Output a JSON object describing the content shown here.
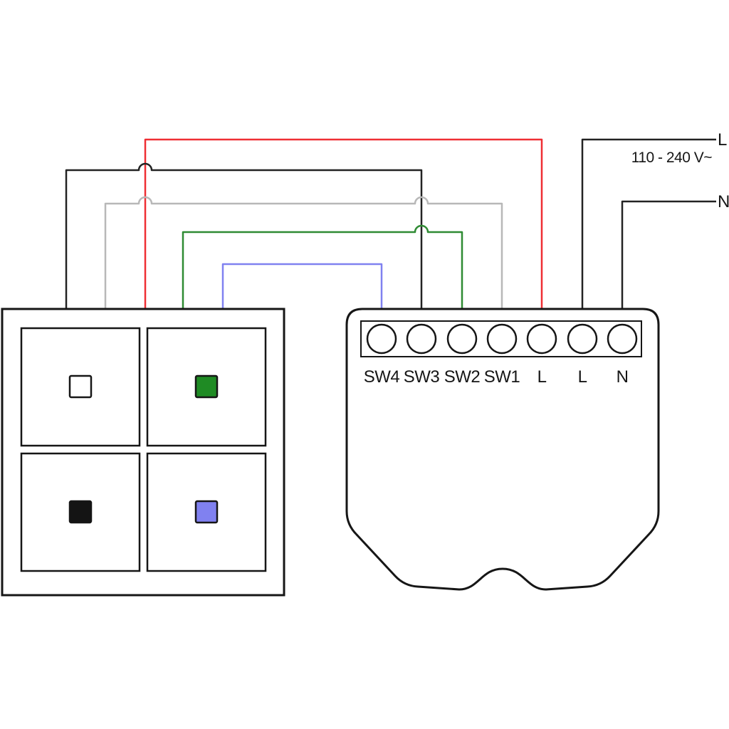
{
  "power": {
    "line_label": "L",
    "neutral_label": "N",
    "voltage": "110 - 240 V~"
  },
  "relay": {
    "terminals": [
      "SW4",
      "SW3",
      "SW2",
      "SW1",
      "L",
      "L",
      "N"
    ]
  },
  "switch": {
    "buttons": [
      {
        "id": "top-left-white",
        "color": "#ffffff"
      },
      {
        "id": "top-right-green",
        "color": "#1f8b24"
      },
      {
        "id": "bottom-left-black",
        "color": "#141414"
      },
      {
        "id": "bottom-right-blue",
        "color": "#8081f0"
      }
    ]
  },
  "wires": {
    "red_common_to_l": "#ef2f34",
    "black_to_sw3": "#232323",
    "gray_to_sw1": "#b8b8b8",
    "green_to_sw2": "#2f8b33",
    "blue_to_sw4": "#8081f0",
    "mains": "#232323"
  },
  "colors": {
    "outline": "#161616",
    "background": "#ffffff"
  }
}
